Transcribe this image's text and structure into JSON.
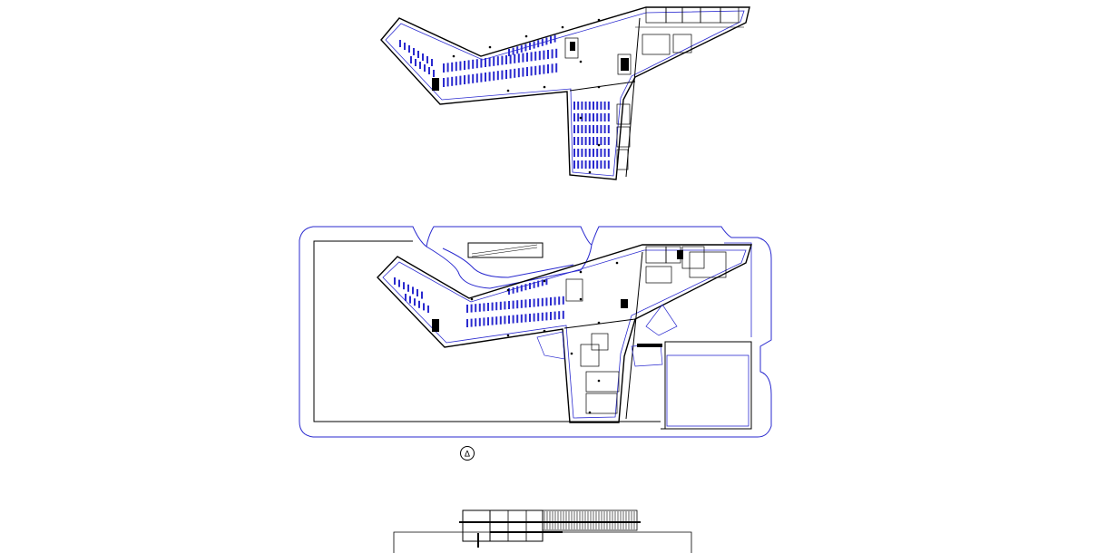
{
  "drawing": {
    "plans": [
      "upper-floor-plan",
      "ground-floor-site-plan"
    ],
    "sections": [
      "building-section"
    ],
    "north_marker_label": "Δ"
  },
  "colors": {
    "line": "#000000",
    "accent": "#2a2acf",
    "background": "#ffffff"
  }
}
